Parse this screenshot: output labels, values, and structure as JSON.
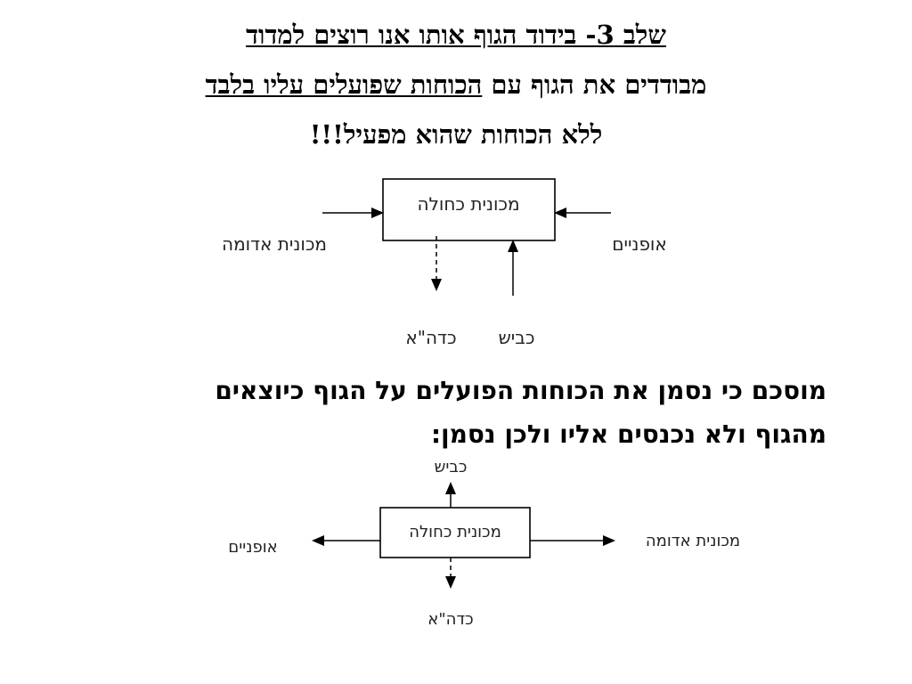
{
  "title": {
    "line1": "שלב 3- בידוד הגוף אותו אנו רוצים למדוד",
    "line2_plain": "מבודדים את הגוף עם ",
    "line2_underlined": "הכוחות שפועלים עליו בלבד",
    "line3": "ללא הכוחות שהוא מפעיל!!!"
  },
  "diagram1": {
    "body": "מכונית כחולה",
    "left_label": "מכונית אדומה",
    "right_label": "אופניים",
    "bottom_right_label": "כביש",
    "bottom_left_label": "כדה\"א"
  },
  "summary": {
    "line1": "מוסכם כי נסמן את הכוחות הפועלים על הגוף כיוצאים",
    "line2": "מהגוף ולא נכנסים אליו ולכן נסמן:"
  },
  "diagram2": {
    "body": "מכונית כחולה",
    "top_label": "כביש",
    "left_label": "אופניים",
    "right_label": "מכונית אדומה",
    "bottom_label": "כדה\"א"
  }
}
